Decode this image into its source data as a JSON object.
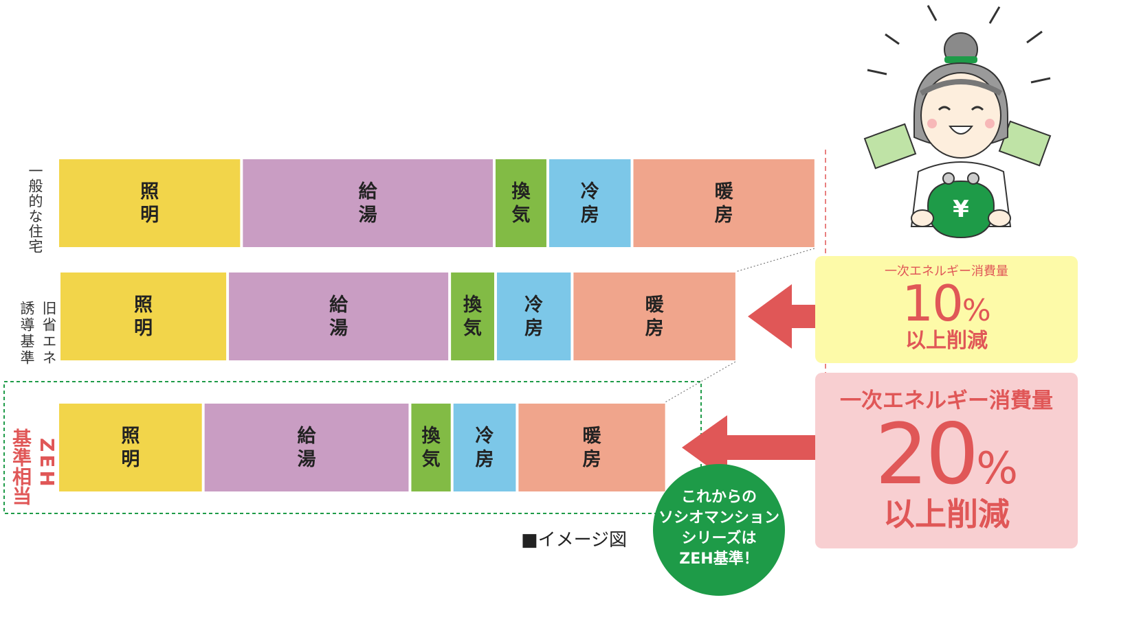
{
  "chart_data": {
    "type": "bar",
    "orientation": "horizontal-stacked",
    "categories": [
      "一般的な住宅",
      "旧省エネ誘導基準",
      "ZEH基準相当"
    ],
    "series": [
      {
        "name": "照明",
        "label": [
          "照",
          "明"
        ],
        "color": "#f2d54a",
        "values": [
          24,
          22,
          19
        ]
      },
      {
        "name": "給湯",
        "label": [
          "給",
          "湯"
        ],
        "color": "#c99dc3",
        "values": [
          33,
          29,
          27
        ]
      },
      {
        "name": "換気",
        "label": [
          "換",
          "気"
        ],
        "color": "#82bb45",
        "values": [
          7,
          6,
          5.5
        ]
      },
      {
        "name": "冷房",
        "label": [
          "冷",
          "房"
        ],
        "color": "#7cc7e8",
        "values": [
          11,
          10,
          8.5
        ]
      },
      {
        "name": "暖房",
        "label": [
          "暖",
          "房"
        ],
        "color": "#f0a58c",
        "values": [
          24,
          21.5,
          19.5
        ]
      }
    ],
    "totals_relative": [
      100,
      90,
      80
    ]
  },
  "labels": {
    "row1": "一般的な住宅",
    "row2_line1": "旧省エネ",
    "row2_line2": "誘導基準",
    "row3_line1": "ZEH",
    "row3_line2": "基準相当"
  },
  "callout_10": {
    "title": "一次エネルギー消費量",
    "number": "10",
    "percent": "%",
    "suffix": "以上削減"
  },
  "callout_20": {
    "title": "一次エネルギー消費量",
    "number": "20",
    "percent": "%",
    "suffix": "以上削減"
  },
  "badge": {
    "line1": "これからの",
    "line2": "ソシオマンション",
    "line3": "シリーズは",
    "line4": "ZEH基準！"
  },
  "caption": "■イメージ図",
  "illustration": {
    "coin_symbol": "¥"
  },
  "colors": {
    "red": "#e05757",
    "green": "#1e9b48",
    "yellow_box": "#fdfaa8",
    "pink_box": "#f8cfd1",
    "zeh_label": "#e05757"
  }
}
